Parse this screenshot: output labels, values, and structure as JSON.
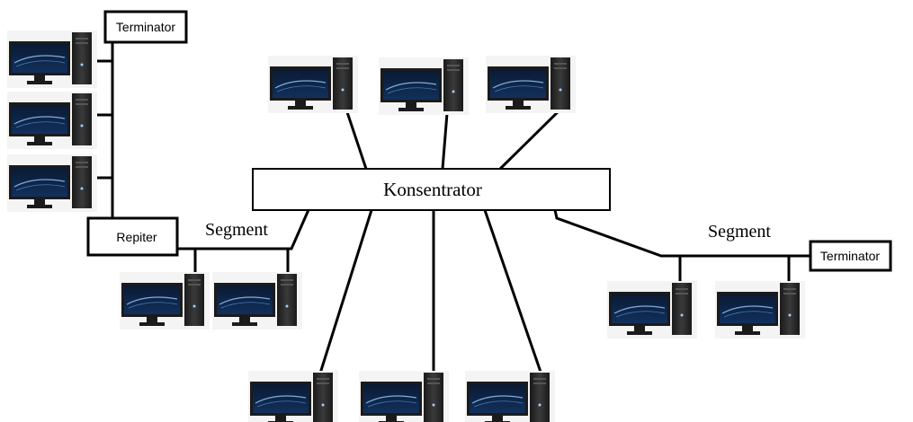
{
  "labels": {
    "hub": "Konsentrator",
    "terminator_left": "Terminator",
    "terminator_right": "Terminator",
    "repeater": "Repiter",
    "segment_left": "Segment",
    "segment_right": "Segment"
  },
  "colors": {
    "line": "#000000",
    "box_border": "#000000",
    "box_fill": "#ffffff",
    "monitor_frame": "#1b1b1b",
    "screen_top": "#0a1a33",
    "screen_bottom": "#12305c",
    "tower": "#2a2a2a",
    "glow": "#9fd0ff"
  },
  "icons": {
    "computer": "desktop-computer-icon"
  }
}
